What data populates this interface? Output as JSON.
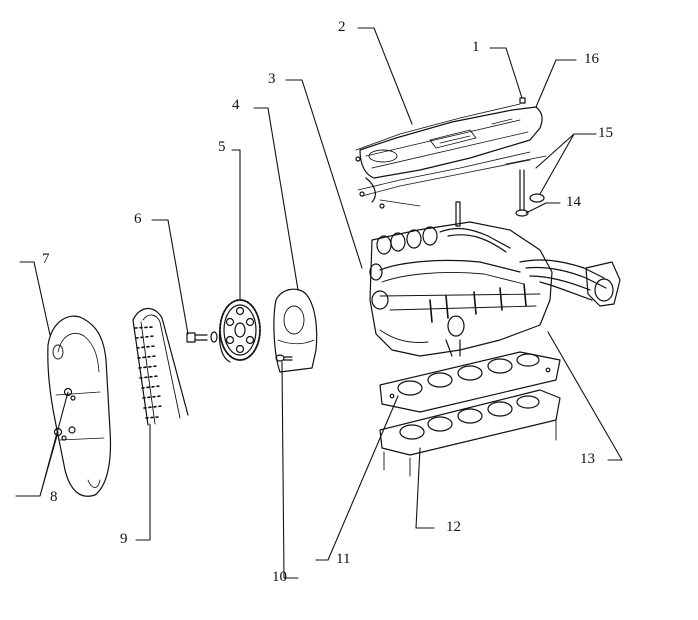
{
  "callouts": [
    {
      "id": "1",
      "label": "1"
    },
    {
      "id": "2",
      "label": "2"
    },
    {
      "id": "3",
      "label": "3"
    },
    {
      "id": "4",
      "label": "4"
    },
    {
      "id": "5",
      "label": "5"
    },
    {
      "id": "6",
      "label": "6"
    },
    {
      "id": "7",
      "label": "7"
    },
    {
      "id": "8",
      "label": "8"
    },
    {
      "id": "9",
      "label": "9"
    },
    {
      "id": "10",
      "label": "10"
    },
    {
      "id": "11",
      "label": "11"
    },
    {
      "id": "12",
      "label": "12"
    },
    {
      "id": "13",
      "label": "13"
    },
    {
      "id": "14",
      "label": "14"
    },
    {
      "id": "15",
      "label": "15"
    },
    {
      "id": "16",
      "label": "16"
    }
  ],
  "colors": {
    "ink": "#111111",
    "paper": "#ffffff"
  }
}
